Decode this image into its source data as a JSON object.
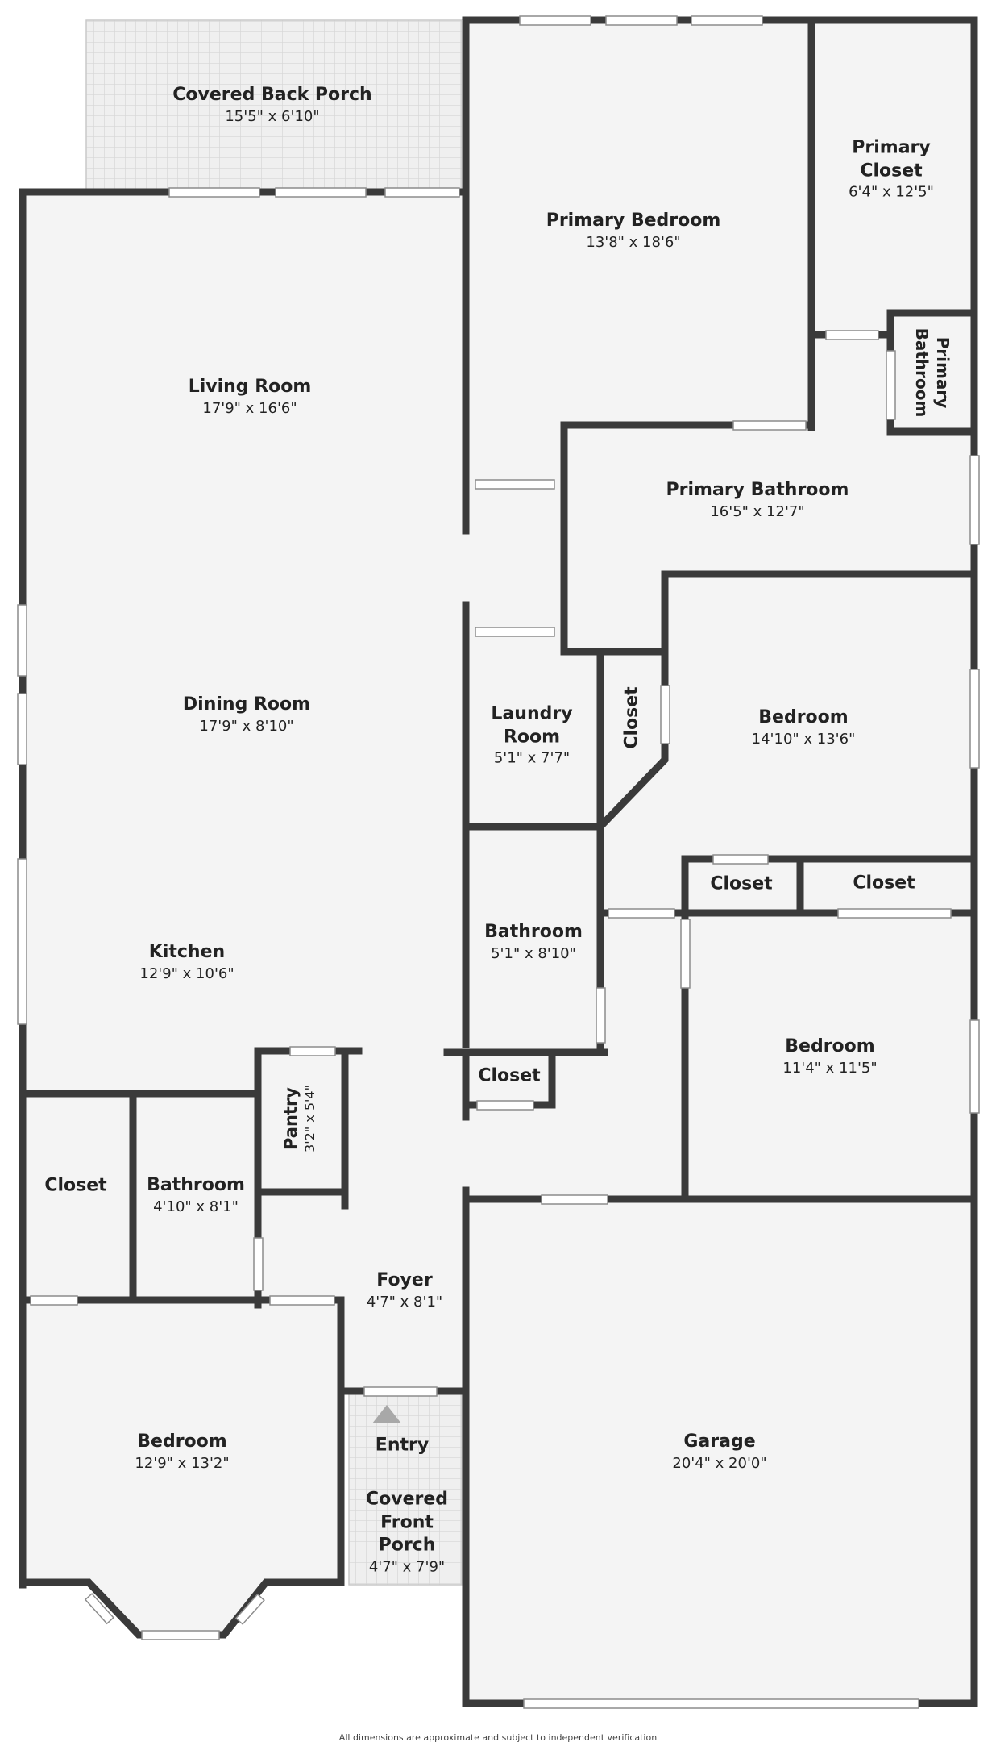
{
  "rooms": {
    "covered_back_porch": {
      "name": "Covered Back Porch",
      "dim": "15'5\" x 6'10\""
    },
    "primary_bedroom": {
      "name": "Primary Bedroom",
      "dim": "13'8\" x 18'6\""
    },
    "primary_closet": {
      "name": "Primary Closet",
      "dim": "6'4\" x 12'5\""
    },
    "primary_bathroom_small": {
      "name": "Primary Bathroom"
    },
    "living_room": {
      "name": "Living Room",
      "dim": "17'9\" x 16'6\""
    },
    "primary_bathroom": {
      "name": "Primary Bathroom",
      "dim": "16'5\" x 12'7\""
    },
    "dining_room": {
      "name": "Dining Room",
      "dim": "17'9\" x 8'10\""
    },
    "laundry_room": {
      "name": "Laundry Room",
      "dim": "5'1\" x 7'7\""
    },
    "closet_laundry": {
      "name": "Closet"
    },
    "bedroom_2": {
      "name": "Bedroom",
      "dim": "14'10\" x 13'6\""
    },
    "closet_a": {
      "name": "Closet"
    },
    "closet_b": {
      "name": "Closet"
    },
    "bathroom_hall": {
      "name": "Bathroom",
      "dim": "5'1\" x 8'10\""
    },
    "kitchen": {
      "name": "Kitchen",
      "dim": "12'9\" x 10'6\""
    },
    "bedroom_3": {
      "name": "Bedroom",
      "dim": "11'4\" x 11'5\""
    },
    "closet_hall": {
      "name": "Closet"
    },
    "pantry": {
      "name": "Pantry",
      "dim": "3'2\" x 5'4\""
    },
    "closet_front": {
      "name": "Closet"
    },
    "bathroom_front": {
      "name": "Bathroom",
      "dim": "4'10\" x 8'1\""
    },
    "foyer": {
      "name": "Foyer",
      "dim": "4'7\" x 8'1\""
    },
    "bedroom_front": {
      "name": "Bedroom",
      "dim": "12'9\" x 13'2\""
    },
    "entry": {
      "name": "Entry"
    },
    "covered_front_porch": {
      "name": "Covered Front Porch",
      "dim": "4'7\" x 7'9\""
    },
    "garage": {
      "name": "Garage",
      "dim": "20'4\" x 20'0\""
    }
  },
  "disclaimer": "All dimensions are approximate and subject to independent verification",
  "colors": {
    "wall": "#3a3a3a",
    "floor": "#f4f4f4",
    "porch_tile": "#ececec",
    "window": "#ffffff",
    "entry_arrow": "#a8a8a8"
  }
}
